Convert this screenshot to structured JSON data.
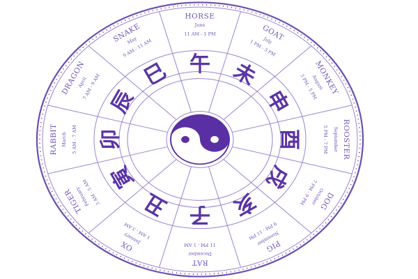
{
  "colors": {
    "line": "#9b84cf",
    "outer_ring": "#6a4fb0",
    "glyph": "#5b34a6",
    "text": "#6e55b6",
    "yin_dark": "#5a2fa3",
    "yin_light": "#ffffff"
  },
  "center": {
    "icon": "yin-yang-icon"
  },
  "zodiac": [
    {
      "animal": "HORSE",
      "month": "June",
      "hours": "11 AM - 1 PM",
      "branch": "午"
    },
    {
      "animal": "GOAT",
      "month": "July",
      "hours": "1 PM - 3 PM",
      "branch": "未"
    },
    {
      "animal": "MONKEY",
      "month": "August",
      "hours": "3 PM - 5 PM",
      "branch": "申"
    },
    {
      "animal": "ROOSTER",
      "month": "September",
      "hours": "5 PM - 7 PM",
      "branch": "酉"
    },
    {
      "animal": "DOG",
      "month": "October",
      "hours": "7 PM - 9 PM",
      "branch": "戌"
    },
    {
      "animal": "PIG",
      "month": "November",
      "hours": "9 PM - 11 PM",
      "branch": "亥"
    },
    {
      "animal": "RAT",
      "month": "December",
      "hours": "11 PM - 1 AM",
      "branch": "子"
    },
    {
      "animal": "OX",
      "month": "January",
      "hours": "1 AM - 3 AM",
      "branch": "丑"
    },
    {
      "animal": "TIGER",
      "month": "February",
      "hours": "3 AM - 5 AM",
      "branch": "寅"
    },
    {
      "animal": "RABBIT",
      "month": "March",
      "hours": "5 AM - 7 AM",
      "branch": "卯"
    },
    {
      "animal": "DRAGON",
      "month": "April",
      "hours": "7 AM - 9 AM",
      "branch": "辰"
    },
    {
      "animal": "SNAKE",
      "month": "May",
      "hours": "9 AM - 11 AM",
      "branch": "巳"
    }
  ]
}
